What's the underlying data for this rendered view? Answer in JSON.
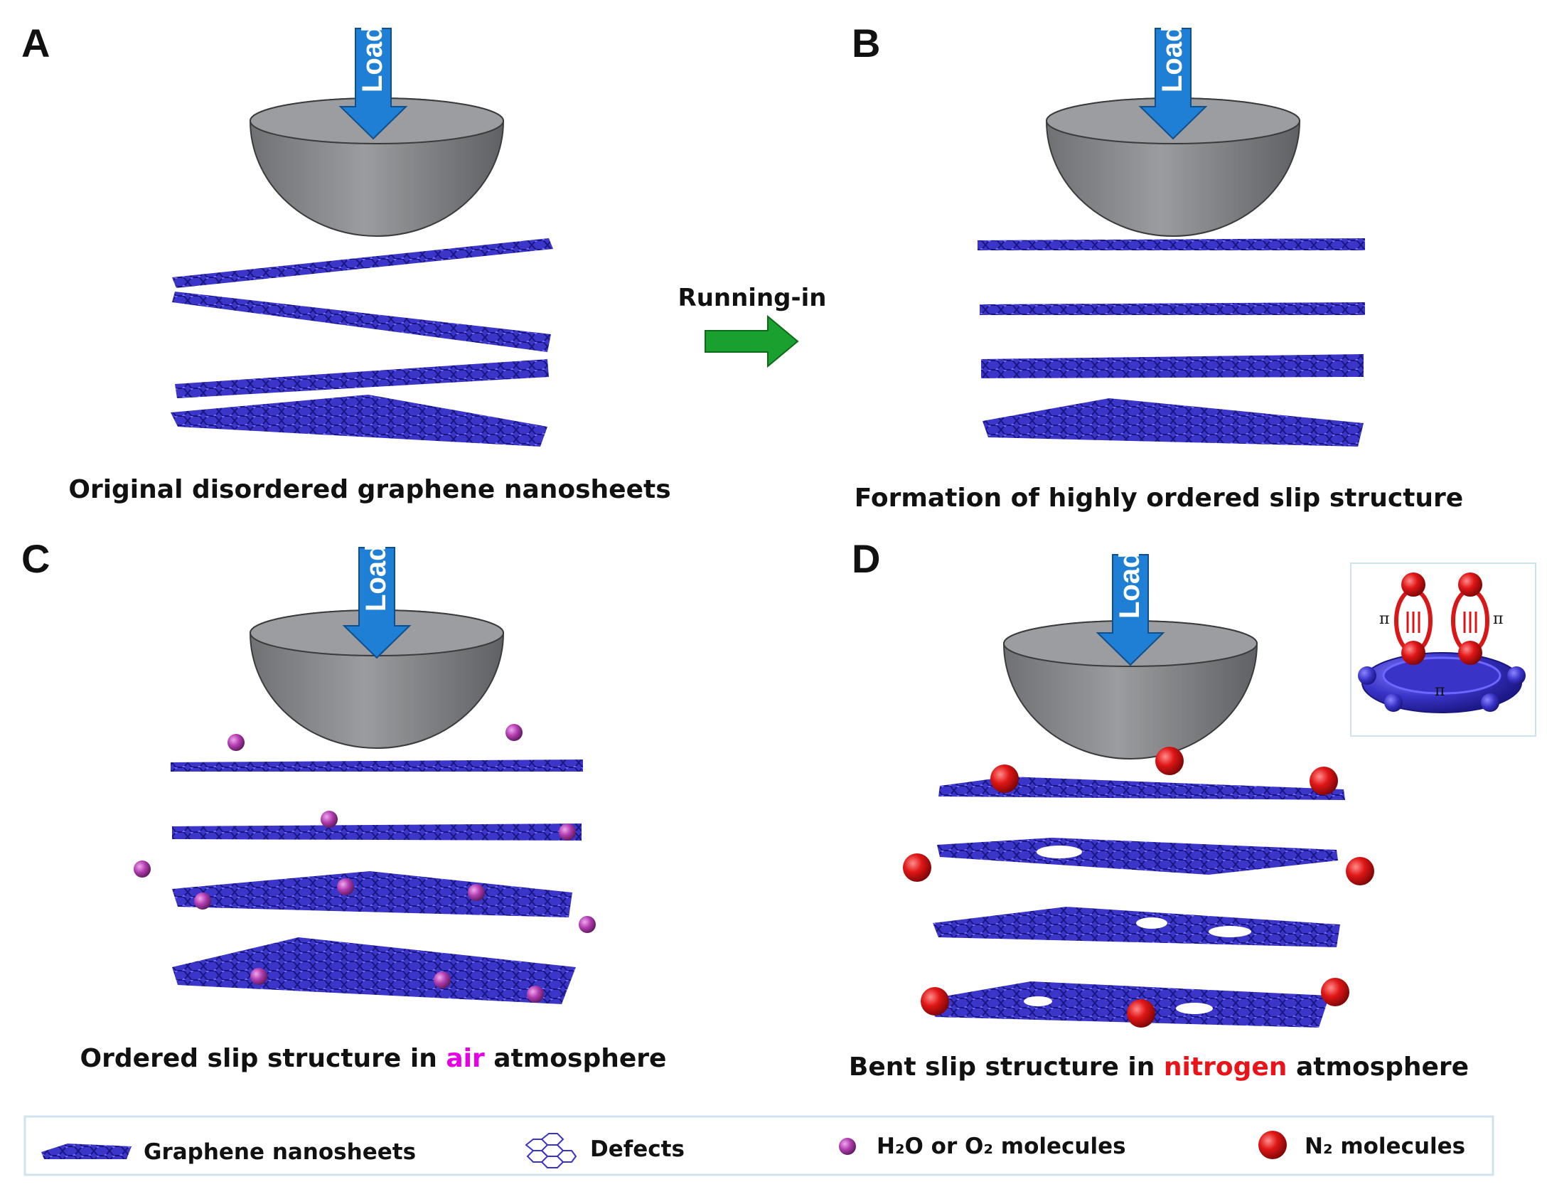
{
  "panels": {
    "a": {
      "letter": "A",
      "caption": "Original disordered graphene nanosheets"
    },
    "b": {
      "letter": "B",
      "caption": "Formation of highly ordered slip structure"
    },
    "c": {
      "letter": "C",
      "caption_pre": "Ordered slip structure in ",
      "caption_highlight": "air",
      "caption_post": " atmosphere",
      "highlight_color": "#e600e6"
    },
    "d": {
      "letter": "D",
      "caption_pre": "Bent slip structure in ",
      "caption_highlight": "nitrogen",
      "caption_post": " atmosphere",
      "highlight_color": "#e8141a"
    }
  },
  "load_label": "Load",
  "transition_label": "Running-in",
  "inset": {
    "pi_symbol": "π"
  },
  "legend": {
    "graphene": "Graphene nanosheets",
    "defects": "Defects",
    "h2o_o2": "H₂O or O₂ molecules",
    "n2": "N₂ molecules"
  },
  "colors": {
    "graphene": "#3a33c8",
    "ball_tip": "#8f9194",
    "load_arrow": "#1f7fd4",
    "transition_arrow": "#1aa02e",
    "h2o_o2_molecule": "#b13cb0",
    "n2_molecule": "#d81818"
  }
}
